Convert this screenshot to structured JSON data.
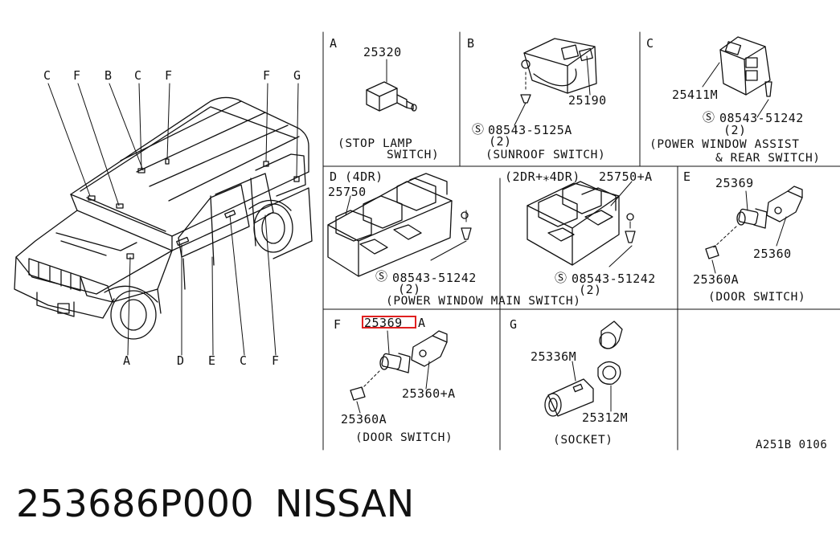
{
  "vehicle": {
    "callouts_top": [
      "C",
      "F",
      "B",
      "C",
      "F",
      "F",
      "G"
    ],
    "callouts_bottom": [
      "A",
      "D",
      "E",
      "C",
      "F"
    ]
  },
  "panels": {
    "A": {
      "letter": "A",
      "part": "25320",
      "caption_line1": "(STOP LAMP",
      "caption_line2": "SWITCH)"
    },
    "B": {
      "letter": "B",
      "part1": "25190",
      "screw": "08543-5125A",
      "qty": "(2)",
      "caption": "(SUNROOF SWITCH)"
    },
    "C": {
      "letter": "C",
      "part1": "25411M",
      "screw": "08543-51242",
      "qty": "(2)",
      "caption_line1": "(POWER WINDOW ASSIST",
      "caption_line2": "& REAR SWITCH)"
    },
    "D": {
      "letter": "D (4DR)",
      "part1": "25750",
      "variant": "(2DR+⁎4DR)",
      "part2": "25750+A",
      "screw1": "08543-51242",
      "qty1": "(2)",
      "screw2": "08543-51242",
      "qty2": "(2)",
      "caption": "(POWER WINDOW MAIN SWITCH)"
    },
    "E": {
      "letter": "E",
      "part1": "25369",
      "part2": "25360",
      "part3": "25360A",
      "caption": "(DOOR SWITCH)"
    },
    "F": {
      "letter": "F",
      "part1": "25369",
      "part1_suffix": "A",
      "part2": "25360+A",
      "part3": "25360A",
      "caption": "(DOOR SWITCH)"
    },
    "G": {
      "letter": "G",
      "part1": "25336M",
      "part2": "25312M",
      "caption": "(SOCKET)"
    }
  },
  "diagram_code": "A251B 0106",
  "footer": {
    "part_number": "253686P000",
    "brand": "NISSAN"
  },
  "colors": {
    "highlight": "#e02020",
    "ink": "#111111"
  }
}
